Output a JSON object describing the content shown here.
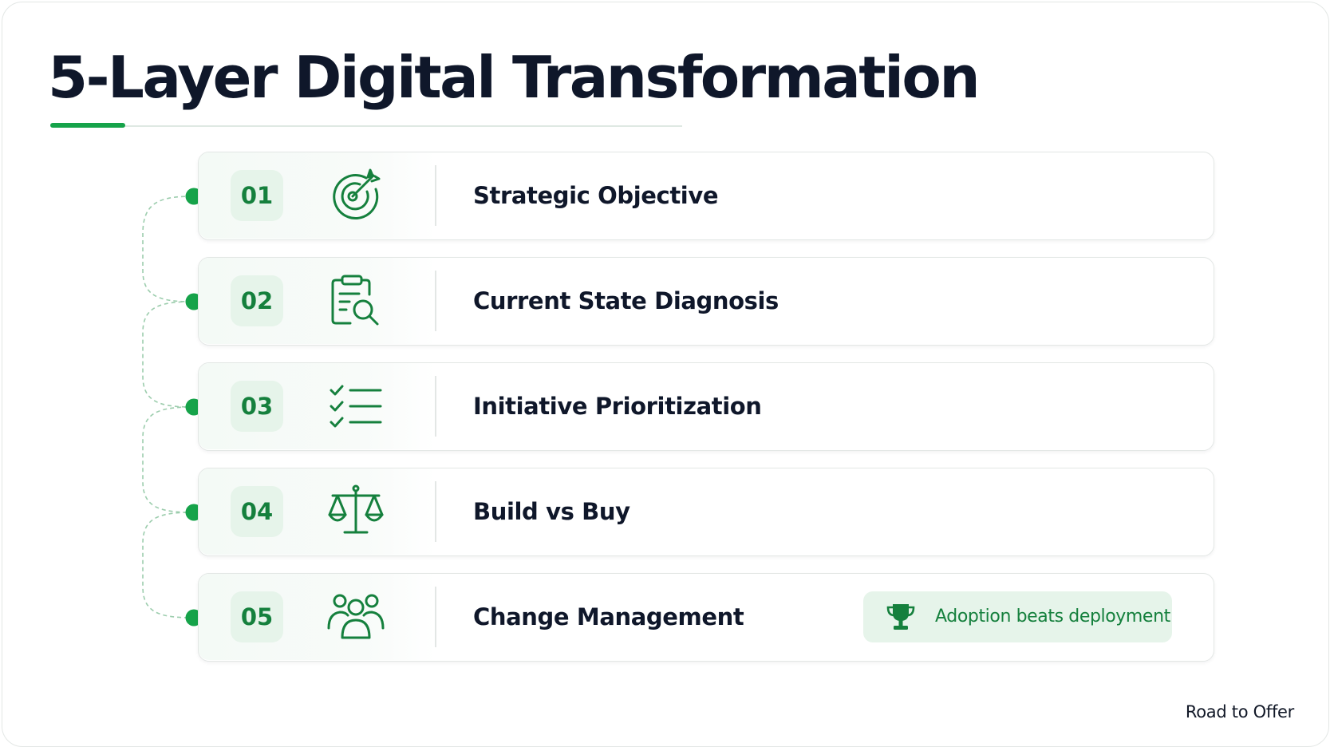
{
  "title": "5-Layer Digital Transformation",
  "colors": {
    "accent": "#16a34a",
    "accent_dark": "#15803d",
    "accent_soft": "#e6f4ea",
    "text": "#0f172a",
    "border": "#e3e7e5"
  },
  "layers": [
    {
      "number": "01",
      "label": "Strategic Objective",
      "icon": "target-icon"
    },
    {
      "number": "02",
      "label": "Current State Diagnosis",
      "icon": "clipboard-search-icon"
    },
    {
      "number": "03",
      "label": "Initiative Prioritization",
      "icon": "checklist-icon"
    },
    {
      "number": "04",
      "label": "Build vs Buy",
      "icon": "balance-scale-icon"
    },
    {
      "number": "05",
      "label": "Change Management",
      "icon": "people-group-icon"
    }
  ],
  "badge": {
    "text": "Adoption beats deployment",
    "icon": "trophy-icon"
  },
  "footer": "Road to Offer"
}
